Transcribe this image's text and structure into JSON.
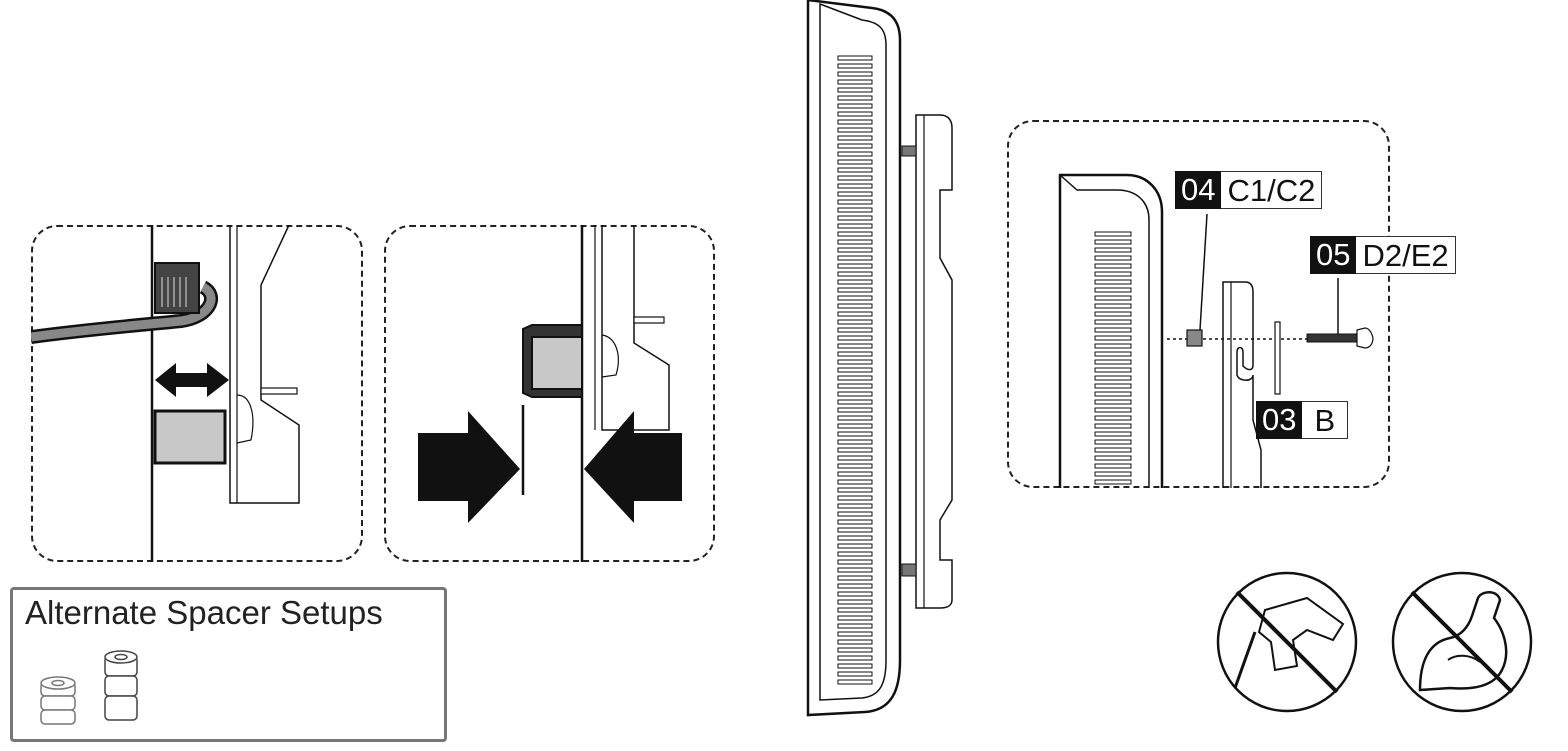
{
  "callouts": [
    {
      "number": "04",
      "part": "C1/C2"
    },
    {
      "number": "05",
      "part": "D2/E2"
    },
    {
      "number": "03",
      "part": "B"
    }
  ],
  "spacer_panel": {
    "title": "Alternate Spacer Setups"
  },
  "warnings": [
    {
      "icon": "no-power-drill-icon"
    },
    {
      "icon": "no-excessive-force-icon"
    }
  ],
  "colors": {
    "line": "#111111",
    "spacer_fill": "#c8c8c8",
    "panel_border": "#777777"
  }
}
